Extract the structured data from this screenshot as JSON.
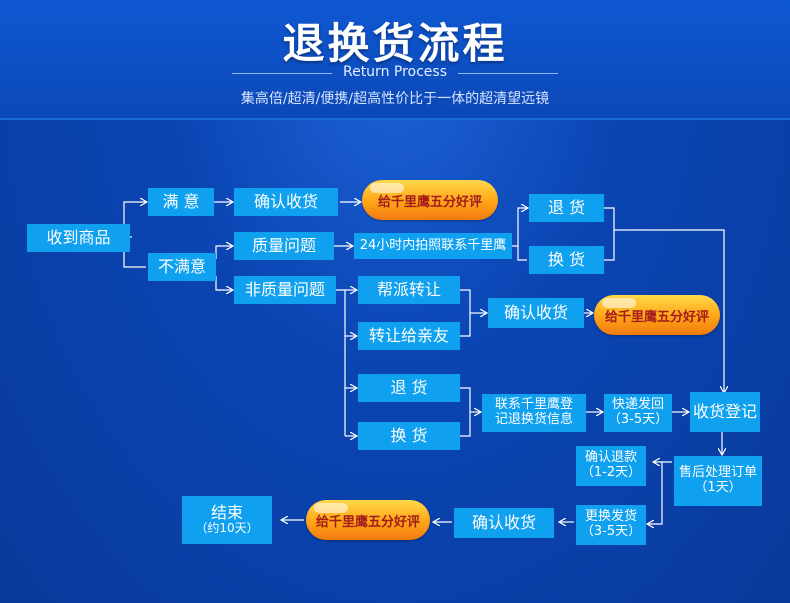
{
  "header": {
    "title": "退换货流程",
    "subtitle": "Return Process",
    "description": "集高倍/超清/便携/超高性价比于一体的超清望远镜"
  },
  "nodes": {
    "receive": "收到商品",
    "satisfied": "满 意",
    "unsatisfied": "不满意",
    "confirm_receipt_1": "确认收货",
    "good_review_1": "给千里鹰五分好评",
    "quality_issue": "质量问题",
    "non_quality_issue": "非质量问题",
    "photo_contact": "24小时内拍照联系千里鹰",
    "return_1": "退 货",
    "exchange_1": "换 货",
    "help_resell": "帮派转让",
    "transfer_friend": "转让给亲友",
    "confirm_receipt_2": "确认收货",
    "good_review_2": "给千里鹰五分好评",
    "return_2": "退 货",
    "exchange_2": "换 货",
    "register_line1": "联系千里鹰登",
    "register_line2": "记退换货信息",
    "express_line1": "快递发回",
    "express_line2": "（3-5天）",
    "receipt_register": "收货登记",
    "process_order_line1": "售后处理订单",
    "process_order_line2": "（1天）",
    "refund_line1": "确认退款",
    "refund_line2": "（1-2天）",
    "ship_exchange_line1": "更换发货",
    "ship_exchange_line2": "（3-5天）",
    "confirm_receipt_3": "确认收货",
    "good_review_3": "给千里鹰五分好评",
    "end_line1": "结束",
    "end_line2": "（约10天）"
  }
}
